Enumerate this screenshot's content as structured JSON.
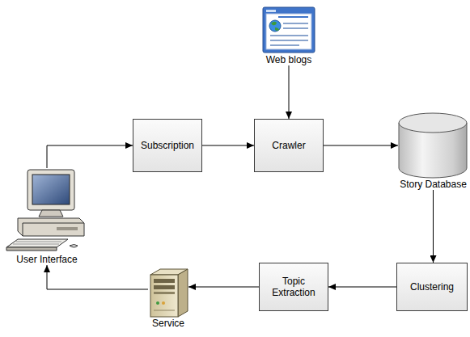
{
  "diagram": {
    "nodes": [
      {
        "text": [
          "Web blogs"
        ]
      },
      {
        "text": [
          "Subscription"
        ]
      },
      {
        "text": [
          "Crawler"
        ]
      },
      {
        "text": [
          "Story Database"
        ]
      },
      {
        "text": [
          "User Interface"
        ]
      },
      {
        "text": [
          "Service"
        ]
      },
      {
        "text": [
          "Topic Extraction"
        ]
      },
      {
        "text": [
          "Clustering"
        ]
      }
    ],
    "edges": [
      {
        "from": 4,
        "to": 1,
        "arrow": "to"
      },
      {
        "from": 1,
        "to": 2,
        "arrow": "to"
      },
      {
        "from": 0,
        "to": 2,
        "arrow": "to"
      },
      {
        "from": 2,
        "to": 3,
        "arrow": "to"
      },
      {
        "from": 3,
        "to": 7,
        "arrow": "to"
      },
      {
        "from": 7,
        "to": 6,
        "arrow": "to"
      },
      {
        "from": 6,
        "to": 5,
        "arrow": "to"
      },
      {
        "from": 5,
        "to": 4,
        "arrow": "to"
      }
    ]
  }
}
